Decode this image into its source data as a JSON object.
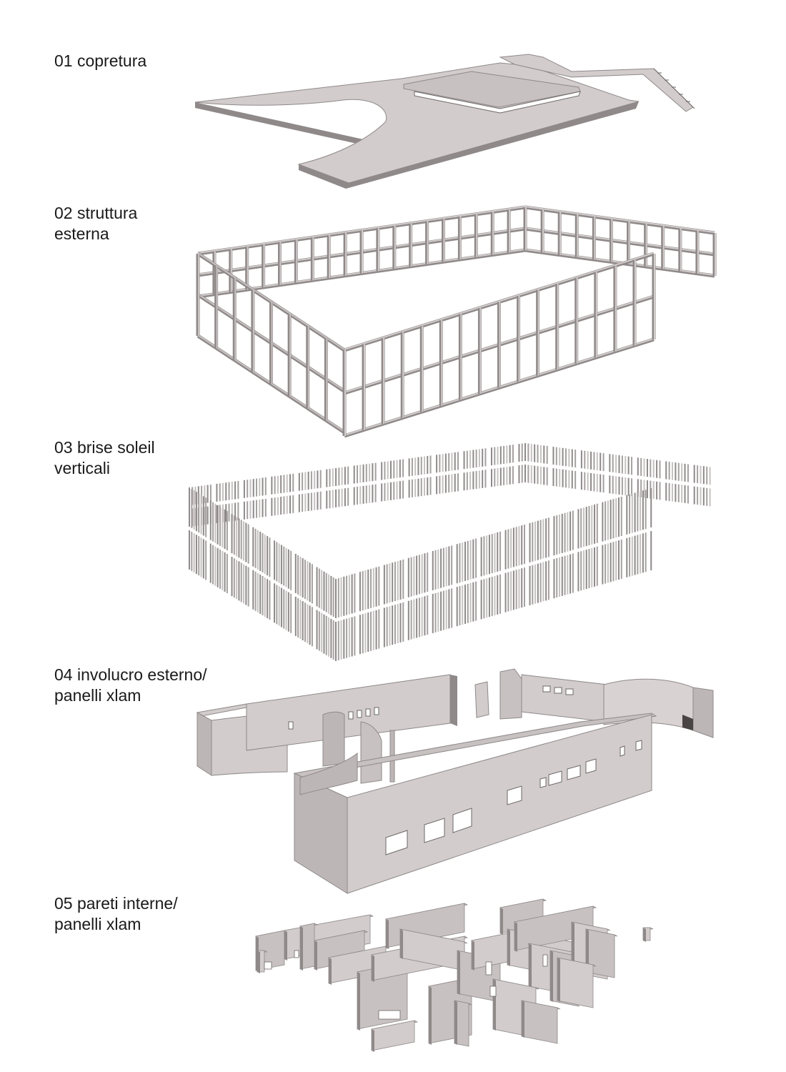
{
  "layers": [
    {
      "lines": [
        "01 copretura"
      ]
    },
    {
      "lines": [
        "02 struttura",
        "esterna"
      ]
    },
    {
      "lines": [
        "03 brise soleil",
        "verticali"
      ]
    },
    {
      "lines": [
        "04 involucro esterno/",
        "panelli xlam"
      ]
    },
    {
      "lines": [
        "05 pareti interne/",
        "panelli xlam"
      ]
    }
  ],
  "colors": {
    "face_light": "#d2cccc",
    "face_mid": "#bdb6b6",
    "face_dark": "#8f8989",
    "edge": "#6e6868",
    "text": "#1a1a1a"
  }
}
